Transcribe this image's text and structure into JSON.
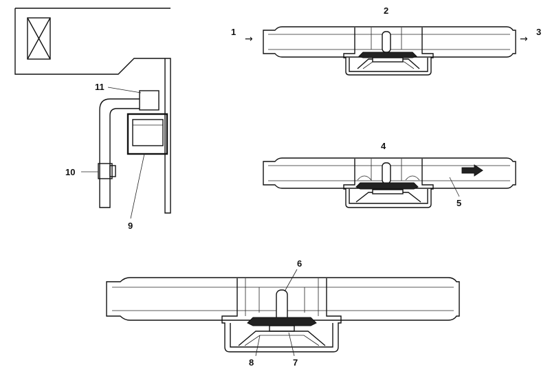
{
  "labels": {
    "l1": "1",
    "l2": "2",
    "l3": "3",
    "l4": "4",
    "l5": "5",
    "l6": "6",
    "l7": "7",
    "l8": "8",
    "l9": "9",
    "l10": "10",
    "l11": "11"
  },
  "arrows": {
    "inlet": "→",
    "outlet": "→"
  },
  "icons": {
    "flow": "flow-arrow-icon",
    "window": "crossed-box-icon"
  },
  "colors": {
    "line": "#111111",
    "background": "#ffffff"
  }
}
